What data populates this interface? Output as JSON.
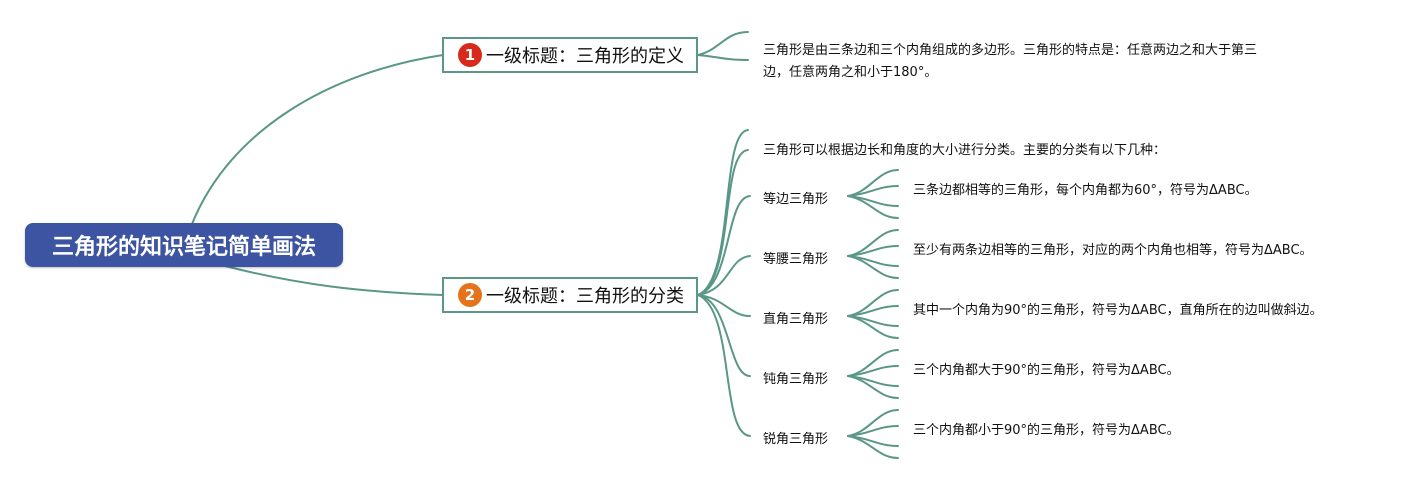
{
  "root": {
    "title": "三角形的知识笔记简单画法"
  },
  "branches": [
    {
      "num": "1",
      "badge_color": "#d62b1b",
      "title": "一级标题：三角形的定义",
      "note": "三角形是由三条边和三个内角组成的多边形。三角形的特点是：任意两边之和大于第三边，任意两角之和小于180°。"
    },
    {
      "num": "2",
      "badge_color": "#e5731c",
      "title": "一级标题：三角形的分类",
      "note": "三角形可以根据边长和角度的大小进行分类。主要的分类有以下几种：",
      "children": [
        {
          "label": "等边三角形",
          "desc": "三条边都相等的三角形，每个内角都为60°，符号为ΔABC。"
        },
        {
          "label": "等腰三角形",
          "desc": "至少有两条边相等的三角形，对应的两个内角也相等，符号为ΔABC。"
        },
        {
          "label": "直角三角形",
          "desc": "其中一个内角为90°的三角形，符号为ΔABC，直角所在的边叫做斜边。"
        },
        {
          "label": "钝角三角形",
          "desc": "三个内角都大于90°的三角形，符号为ΔABC。"
        },
        {
          "label": "锐角三角形",
          "desc": "三个内角都小于90°的三角形，符号为ΔABC。"
        }
      ]
    }
  ],
  "colors": {
    "line": "#5a9787",
    "root_bg": "#3d54a3",
    "topic_border": "#5a9787"
  }
}
